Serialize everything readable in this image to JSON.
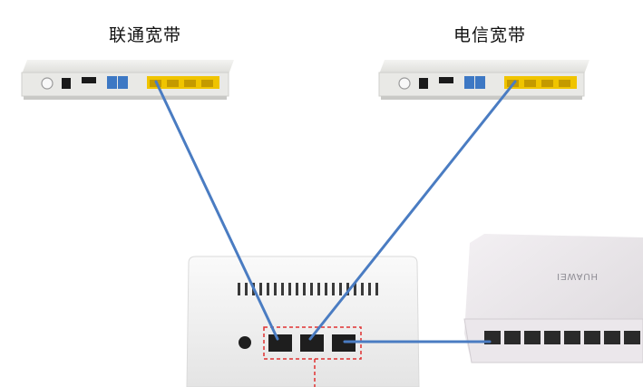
{
  "labels": {
    "left_modem": "联通宽带",
    "right_modem": "电信宽带"
  },
  "switch_brand": "HUAWEI",
  "colors": {
    "cable": "#4a7cc2",
    "lan_port": "#f0c400",
    "phone_port": "#3d78c4",
    "highlight_box": "#e03030"
  }
}
